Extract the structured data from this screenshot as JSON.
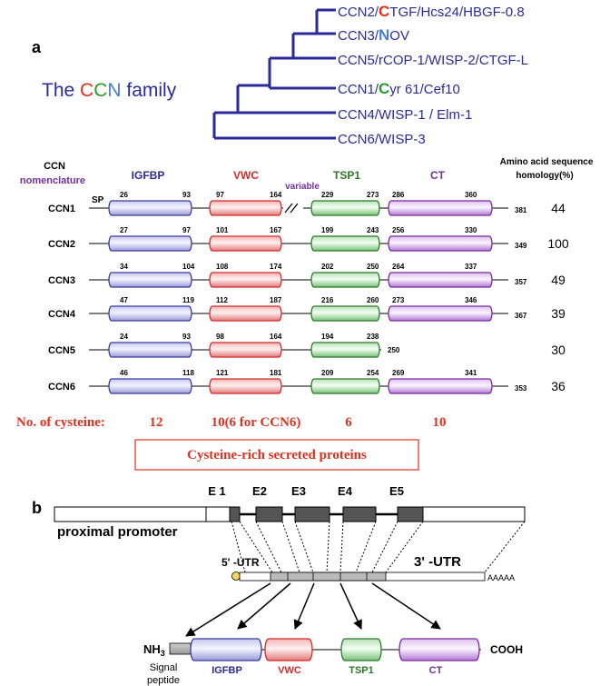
{
  "panel_a": {
    "label": "a",
    "family_title": {
      "pre": "The ",
      "c1": "C",
      "c2": "C",
      "n": "N",
      "post": " family"
    },
    "tree_leaves": [
      {
        "pre": "CCN2/",
        "accent": "C",
        "post": "TGF/Hcs24/HBGF-0.8",
        "accent_color": "#e0301e"
      },
      {
        "pre": "CCN3/",
        "accent": "N",
        "post": "OV",
        "accent_color": "#4a7fc1"
      },
      {
        "pre": "CCN5/rCOP-1/WISP-2/CTGF-L",
        "accent": "",
        "post": "",
        "accent_color": ""
      },
      {
        "pre": "CCN1/",
        "accent": "C",
        "post": "yr 61/Cef10",
        "accent_color": "#2a9a2a"
      },
      {
        "pre": "CCN4/WISP-1 / Elm-1",
        "accent": "",
        "post": "",
        "accent_color": ""
      },
      {
        "pre": "CCN6/WISP-3",
        "accent": "",
        "post": "",
        "accent_color": ""
      }
    ],
    "header": {
      "ccn": "CCN",
      "nomenclature": "nomenclature",
      "igfbp": "IGFBP",
      "vwc": "VWC",
      "variable": "variable",
      "tsp1": "TSP1",
      "ct": "CT",
      "homology_line1": "Amino acid sequence",
      "homology_line2": "homology(%)",
      "sp": "SP"
    },
    "rows": [
      {
        "name": "CCN1",
        "igfbp": [
          "26",
          "93"
        ],
        "vwc": [
          "97",
          "164"
        ],
        "tsp1": [
          "229",
          "273"
        ],
        "ct": [
          "286",
          "360"
        ],
        "length": "381",
        "homology": "44"
      },
      {
        "name": "CCN2",
        "igfbp": [
          "27",
          "97"
        ],
        "vwc": [
          "101",
          "167"
        ],
        "tsp1": [
          "199",
          "243"
        ],
        "ct": [
          "256",
          "330"
        ],
        "length": "349",
        "homology": "100"
      },
      {
        "name": "CCN3",
        "igfbp": [
          "34",
          "104"
        ],
        "vwc": [
          "108",
          "174"
        ],
        "tsp1": [
          "202",
          "250"
        ],
        "ct": [
          "264",
          "337"
        ],
        "length": "357",
        "homology": "49"
      },
      {
        "name": "CCN4",
        "igfbp": [
          "47",
          "119"
        ],
        "vwc": [
          "112",
          "187"
        ],
        "tsp1": [
          "216",
          "260"
        ],
        "ct": [
          "273",
          "346"
        ],
        "length": "367",
        "homology": "39"
      },
      {
        "name": "CCN5",
        "igfbp": [
          "24",
          "93"
        ],
        "vwc": [
          "98",
          "164"
        ],
        "tsp1": [
          "194",
          "238"
        ],
        "ct": null,
        "length": "250",
        "homology": "30"
      },
      {
        "name": "CCN6",
        "igfbp": [
          "46",
          "118"
        ],
        "vwc": [
          "121",
          "181"
        ],
        "tsp1": [
          "209",
          "254"
        ],
        "ct": [
          "269",
          "341"
        ],
        "length": "353",
        "homology": "36"
      }
    ],
    "cysteine": {
      "label": "No. of cysteine:",
      "igfbp": "12",
      "vwc": "10(6 for CCN6)",
      "tsp1": "6",
      "ct": "10"
    },
    "secreted_box": "Cysteine-rich secreted  proteins"
  },
  "panel_b": {
    "label": "b",
    "exons": [
      "E 1",
      "E2",
      "E3",
      "E4",
      "E5"
    ],
    "proximal_promoter": "proximal promoter",
    "utr5": "5' -UTR",
    "utr3": "3' -UTR",
    "polya": "AAAAA",
    "protein": {
      "nh3": "NH",
      "nh3_sub": "3",
      "cooh": "COOH",
      "signal_line1": "Signal",
      "signal_line2": "peptide",
      "domains": [
        "IGFBP",
        "VWC",
        "TSP1",
        "CT"
      ]
    }
  },
  "colors": {
    "navy": "#2b2a9b",
    "igfbp": "#3a3a9e",
    "vwc": "#d42a2a",
    "tsp1": "#2a7a2a",
    "ct": "#7a2a9e",
    "purple_text": "#7030a0",
    "red_text": "#e0301e"
  }
}
